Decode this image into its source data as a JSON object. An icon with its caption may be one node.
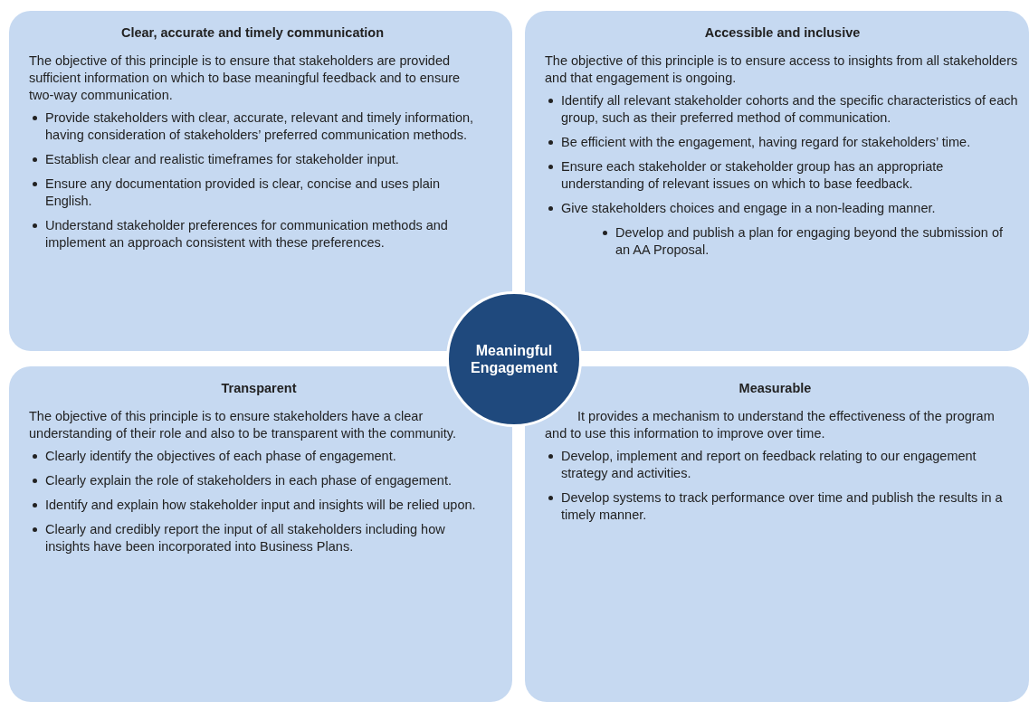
{
  "diagram": {
    "nodes": [
      {
        "text": [
          "Clear, accurate and timely communication",
          "The objective of this principle is to ensure that stakeholders are provided sufficient information on which to base meaningful feedback and to ensure two-way communication.",
          "Provide stakeholders with clear, accurate, relevant and timely information, having consideration of stakeholders’ preferred communication methods.",
          "Establish clear and realistic timeframes for stakeholder input.",
          "Ensure any documentation provided is clear, concise and uses plain English.",
          "Understand stakeholder preferences for communication methods and implement an approach consistent with these preferences."
        ]
      },
      {
        "text": [
          "Accessible and inclusive",
          "The objective of this principle is to ensure access to insights from all stakeholders and that engagement is ongoing.",
          "Identify all relevant stakeholder cohorts and the specific characteristics of each group, such as their preferred method of communication.",
          "Be efficient with the engagement, having regard for stakeholders’ time.",
          "Ensure each stakeholder or stakeholder group has an appropriate understanding of relevant issues on which to base feedback.",
          "Give stakeholders choices and engage in a non-leading manner.",
          "Develop and publish a plan for engaging beyond the submission of an AA Proposal."
        ]
      },
      {
        "text": [
          "Meaningful Engagement"
        ]
      },
      {
        "text": [
          "Transparent",
          "The objective of this principle is to ensure stakeholders have a clear understanding of their role and also to be transparent with the community.",
          "Clearly identify the objectives of each phase of engagement.",
          "Clearly explain the role of stakeholders in each phase of engagement.",
          "Identify and explain how stakeholder input and insights will be relied upon.",
          "Clearly and credibly report the input of all stakeholders including how insights have been incorporated into Business Plans."
        ]
      },
      {
        "text": [
          "Measurable",
          "It provides a mechanism to understand the effectiveness of the program and to use this information to improve over time.",
          "Develop, implement and report on feedback relating to our engagement strategy and activities.",
          "Develop systems to track performance over time and publish the results in a timely manner."
        ]
      }
    ]
  }
}
